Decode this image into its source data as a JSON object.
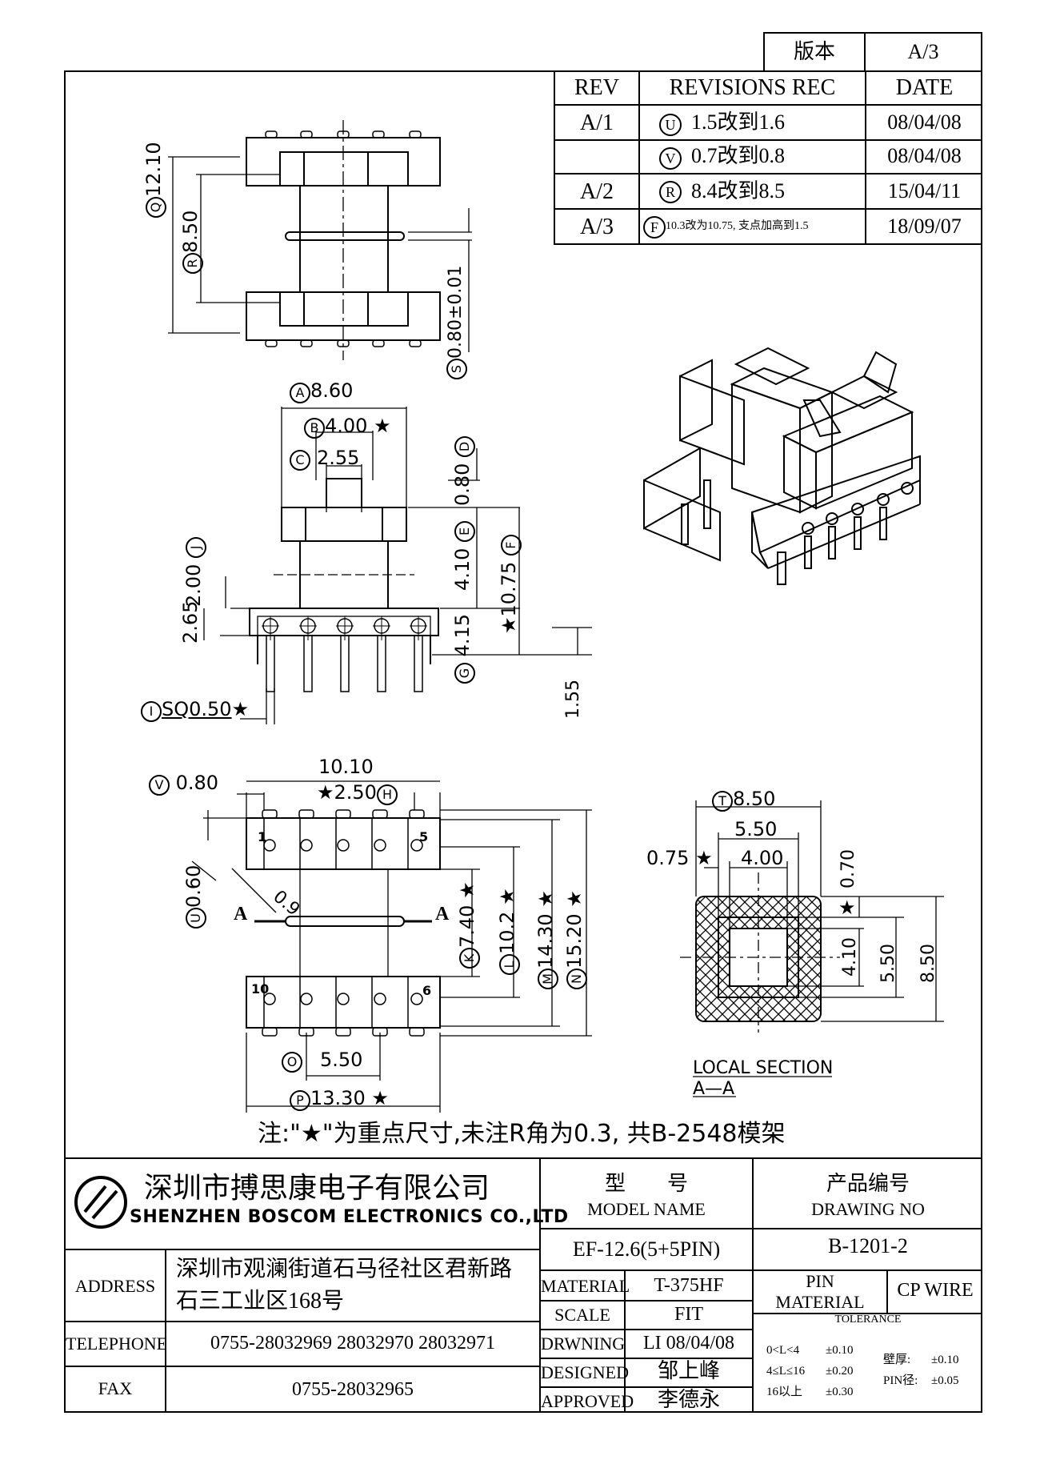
{
  "version_box": {
    "label": "版本",
    "value": "A/3"
  },
  "revisions": {
    "headers": {
      "rev": "REV",
      "rec": "REVISIONS REC",
      "date": "DATE"
    },
    "rows": [
      {
        "rev": "A/1",
        "mark": "U",
        "text": "1.5改到1.6",
        "date": "08/04/08"
      },
      {
        "rev": "",
        "mark": "V",
        "text": "0.7改到0.8",
        "date": "08/04/08"
      },
      {
        "rev": "A/2",
        "mark": "R",
        "text": "8.4改到8.5",
        "date": "15/04/11"
      },
      {
        "rev": "A/3",
        "mark": "F",
        "text": "10.3改为10.75, 支点加高到1.5",
        "date": "18/09/07"
      }
    ]
  },
  "top_view": {
    "q": "Q",
    "q_val": "12.10",
    "r": "R",
    "r_val": "8.50",
    "s": "S",
    "s_val": "0.80±0.01"
  },
  "side_view": {
    "a": "A",
    "a_val": "8.60",
    "b": "B",
    "b_val": "4.00",
    "c": "C",
    "c_val": "2.55",
    "d": "D",
    "d_val": "0.80",
    "e": "E",
    "e_val": "4.10",
    "f": "F",
    "f_val": "10.75",
    "g": "G",
    "g_val": "4.15",
    "j": "J",
    "j_val": "2.00",
    "j2_val": "2.65",
    "i": "I",
    "i_val": "SQ0.50",
    "extra": "1.55"
  },
  "bottom_view": {
    "w_val": "10.10",
    "v": "V",
    "v_val": "0.80",
    "h": "H",
    "h_val": "2.50",
    "u": "U",
    "u_val": "0.60",
    "diag_val": "0.9",
    "section_a": "A",
    "k": "K",
    "k_val": "7.40",
    "l": "L",
    "l_val": "10.2",
    "m": "M",
    "m_val": "14.30",
    "n": "N",
    "n_val": "15.20",
    "o": "O",
    "o_val": "5.50",
    "p": "P",
    "p_val": "13.30",
    "pin1": "1",
    "pin5": "5",
    "pin10": "10",
    "pin6": "6"
  },
  "section_view": {
    "t": "T",
    "t_val": "8.50",
    "w1": "5.50",
    "w2": "4.00",
    "side": "0.75",
    "h1": "0.70",
    "h2": "4.10",
    "h3": "5.50",
    "h4": "8.50",
    "title": "LOCAL SECTION",
    "subtitle": "A—A"
  },
  "note": "注:\"★\"为重点尺寸,未注R角为0.3, 共B-2548模架",
  "title_block": {
    "company_cn": "深圳市搏思康电子有限公司",
    "company_en": "SHENZHEN BOSCOM ELECTRONICS CO.,LTD",
    "address_label": "ADDRESS",
    "address_line1": "深圳市观澜街道石马径社区君新路",
    "address_line2": "石三工业区168号",
    "telephone_label": "TELEPHONE",
    "telephone": "0755-28032969 28032970 28032971",
    "fax_label": "FAX",
    "fax": "0755-28032965",
    "model_cn": "型　　号",
    "model_en": "MODEL NAME",
    "model_value": "EF-12.6(5+5PIN)",
    "drawing_cn": "产品编号",
    "drawing_en": "DRAWING NO",
    "drawing_value": "B-1201-2",
    "material_label": "MATERIAL",
    "material_value": "T-375HF",
    "scale_label": "SCALE",
    "scale_value": "FIT",
    "drawing_by_label": "DRWNING",
    "drawing_by_value": "LI 08/04/08",
    "designed_label": "DESIGNED",
    "designed_value": "邹上峰",
    "approved_label": "APPROVED",
    "approved_value": "李德永",
    "pin_material_label1": "PIN",
    "pin_material_label2": "MATERIAL",
    "pin_material_value": "CP WIRE",
    "tolerance_label": "TOLERANCE",
    "tol_rows": [
      {
        "range": "0<L<4",
        "val": "±0.10"
      },
      {
        "range": "4≤L≤16",
        "val": "±0.20"
      },
      {
        "range": "16以上",
        "val": "±0.30"
      }
    ],
    "wall_label": "壁厚:",
    "wall_val": "±0.10",
    "pin_dia_label": "PIN径:",
    "pin_dia_val": "±0.05"
  }
}
